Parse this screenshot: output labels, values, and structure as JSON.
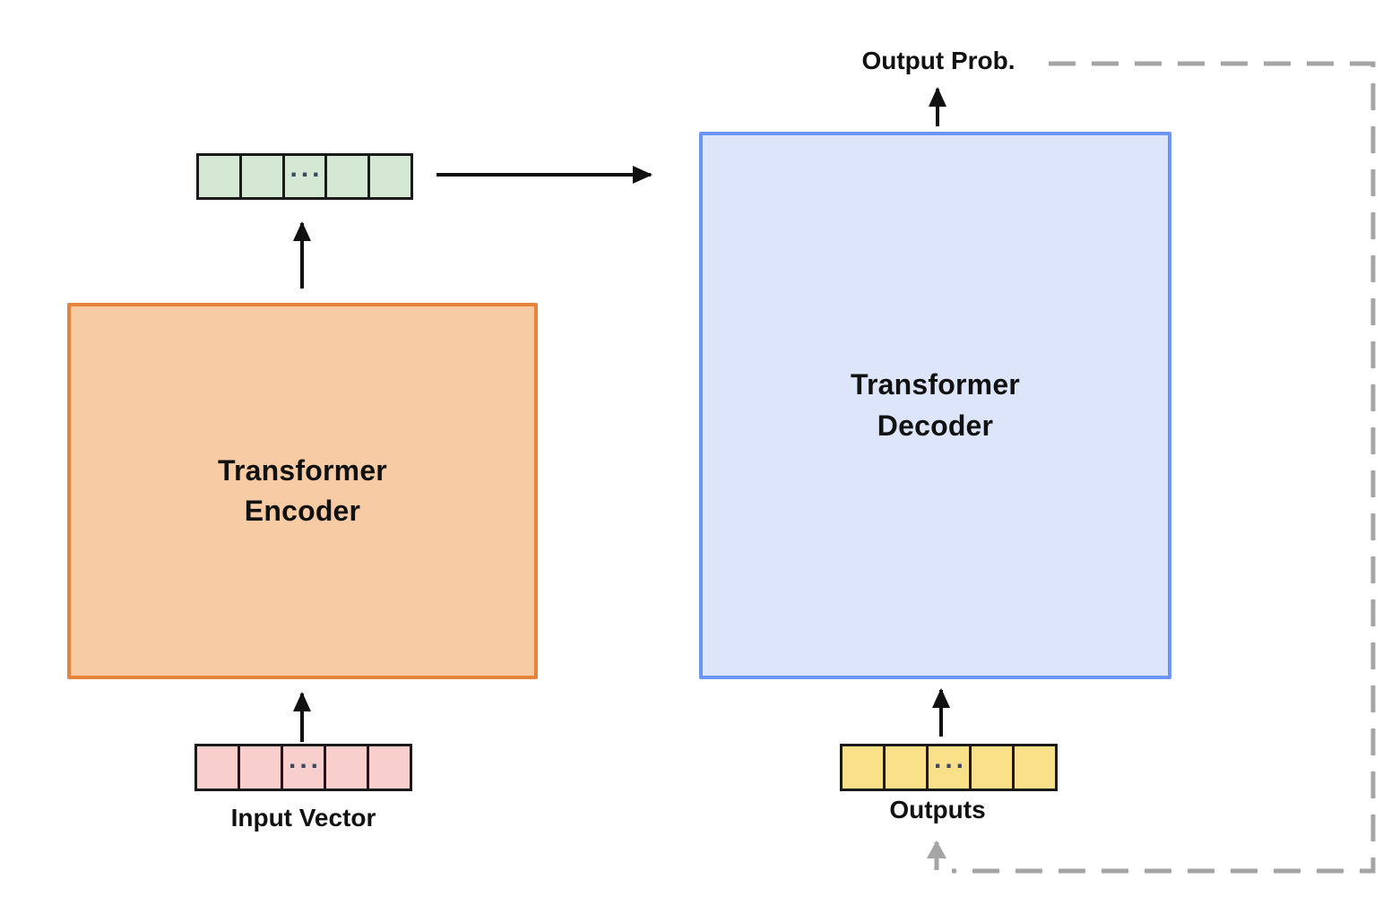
{
  "diagram": {
    "encoder": {
      "label_line1": "Transformer",
      "label_line2": "Encoder",
      "fill": "#F7CBA4",
      "border": "#E8833C"
    },
    "decoder": {
      "label_line1": "Transformer",
      "label_line2": "Decoder",
      "fill": "#DCE5FA",
      "border": "#6C95F4"
    },
    "labels": {
      "output_prob": "Output Prob.",
      "input_vector": "Input Vector",
      "outputs": "Outputs"
    },
    "vectors": {
      "encoded": {
        "cells": 5,
        "dots": "...",
        "fill": "#D5E8D4"
      },
      "input": {
        "cells": 5,
        "dots": "...",
        "fill": "#F9CFCD"
      },
      "outputs": {
        "cells": 5,
        "dots": "...",
        "fill": "#FBE08A"
      }
    },
    "colors": {
      "arrow": "#111111",
      "loop_dashed": "#A5A5A5",
      "cell_border": "#1A1A1A",
      "dots": "#3A4A63",
      "text": "#111111",
      "background": "#FFFFFF"
    }
  }
}
